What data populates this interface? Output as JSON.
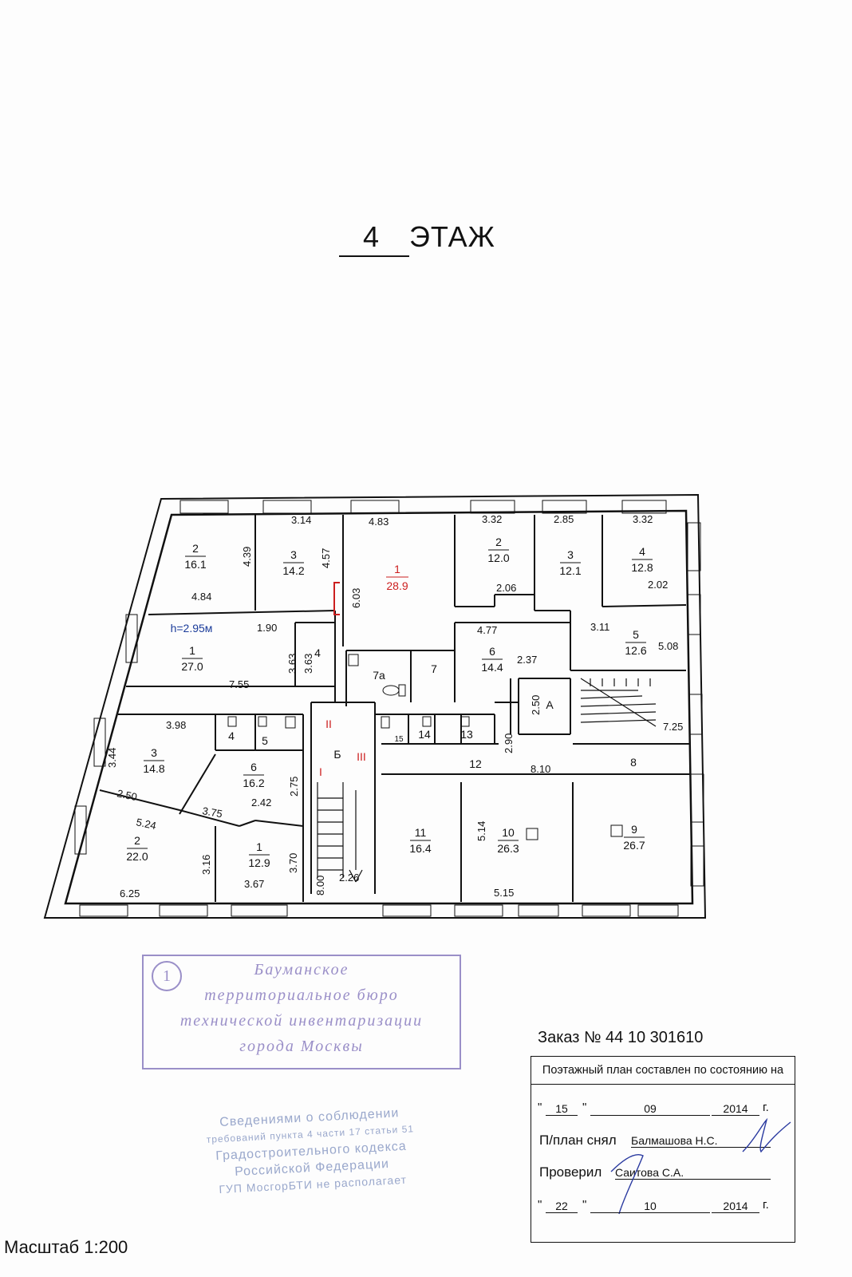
{
  "floor": {
    "number": "4",
    "label": "ЭТАЖ"
  },
  "rooms": [
    {
      "id": "left-2",
      "num": "2",
      "area": "16.1"
    },
    {
      "id": "left-3top",
      "num": "3",
      "area": "14.2"
    },
    {
      "id": "center-1",
      "num": "1",
      "area": "28.9"
    },
    {
      "id": "right-2",
      "num": "2",
      "area": "12.0"
    },
    {
      "id": "right-3",
      "num": "3",
      "area": "12.1"
    },
    {
      "id": "right-4",
      "num": "4",
      "area": "12.8"
    },
    {
      "id": "left-1",
      "num": "1",
      "area": "27.0"
    },
    {
      "id": "right-5",
      "num": "5",
      "area": "12.6"
    },
    {
      "id": "right-6",
      "num": "6",
      "area": "14.4"
    },
    {
      "id": "left-3",
      "num": "3",
      "area": "14.8"
    },
    {
      "id": "left-6",
      "num": "6",
      "area": "16.2"
    },
    {
      "id": "left-2b",
      "num": "2",
      "area": "22.0"
    },
    {
      "id": "left-1b",
      "num": "1",
      "area": "12.9"
    },
    {
      "id": "bottom-11",
      "num": "11",
      "area": "16.4"
    },
    {
      "id": "bottom-10",
      "num": "10",
      "area": "26.3"
    },
    {
      "id": "bottom-9",
      "num": "9",
      "area": "26.7"
    }
  ],
  "labels": {
    "height": "h=2.95м",
    "r4": "4",
    "r7a": "7а",
    "r7": "7",
    "r4b": "4",
    "r5b": "5",
    "r15": "15",
    "r14": "14",
    "r13": "13",
    "r12": "12",
    "r8": "8",
    "stairA": "А",
    "stairB": "Б",
    "sec1": "I",
    "sec2": "II",
    "sec3": "III"
  },
  "dims": {
    "d314": "3.14",
    "d483": "4.83",
    "d332a": "3.32",
    "d285": "2.85",
    "d332b": "3.32",
    "d439": "4.39",
    "d457": "4.57",
    "d603": "6.03",
    "d484": "4.84",
    "d206": "2.06",
    "d202": "2.02",
    "d190": "1.90",
    "d477": "4.77",
    "d311": "3.11",
    "d508": "5.08",
    "d237": "2.37",
    "d363a": "3.63",
    "d363b": "3.63",
    "d755": "7.55",
    "d250a": "2.50",
    "d725": "7.25",
    "d398": "3.98",
    "d344": "3.44",
    "d290": "2.90",
    "d810": "8.10",
    "d275": "2.75",
    "d250b": "2.50",
    "d242": "2.42",
    "d524": "5.24",
    "d375": "3.75",
    "d514": "5.14",
    "d316": "3.16",
    "d370": "3.70",
    "d800": "8.00",
    "d226": "2.26",
    "d625": "6.25",
    "d367": "3.67",
    "d515": "5.15"
  },
  "stamp_bti": {
    "lines": [
      "Бауманское",
      "территориальное бюро",
      "технической инвентаризации",
      "города Москвы"
    ]
  },
  "stamp_info": {
    "lines": [
      "Сведениями о соблюдении",
      "требований пункта 4 части 17 статьи 51",
      "Градостроительного кодекса",
      "Российской Федерации",
      "ГУП МосгорБТИ не располагает"
    ]
  },
  "order": "Заказ № 44 10 301610",
  "info": {
    "header": "Поэтажный план составлен по состоянию на",
    "date1": {
      "day": "15",
      "month": "09",
      "year": "2014",
      "suffix": "г."
    },
    "taken_label": "П/план снял",
    "taken_name": "Балмашова Н.С.",
    "checked_label": "Проверил",
    "checked_name": "Саитова С.А.",
    "date2": {
      "day": "22",
      "month": "10",
      "year": "2014",
      "suffix": "г."
    }
  },
  "scale": "Масштаб 1:200",
  "colors": {
    "ink": "#111111",
    "highlight": "#cc1f1f",
    "blue": "#1b3c9a",
    "stamp": "#9a8fc8"
  }
}
